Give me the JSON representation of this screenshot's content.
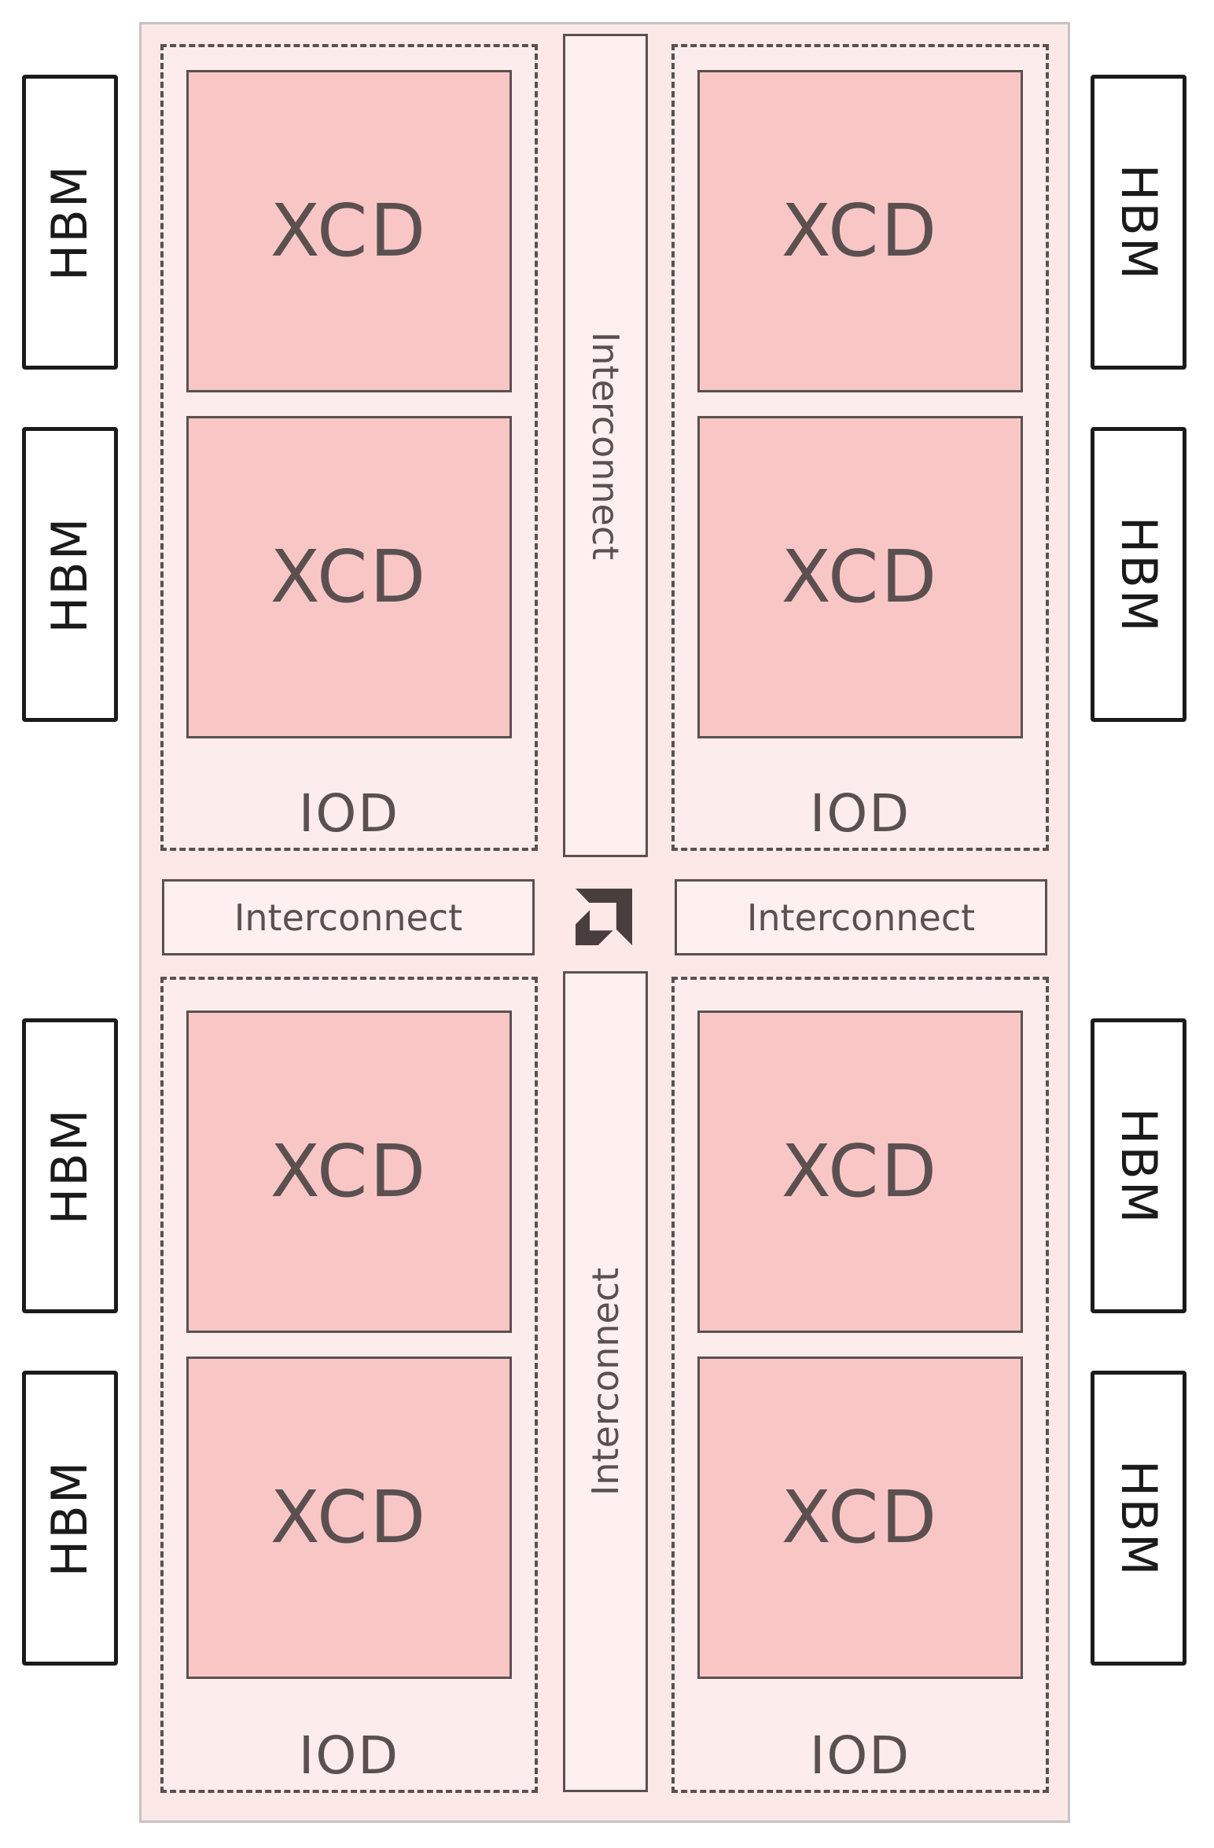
{
  "package": {
    "quadrants": [
      {
        "position": "top-left",
        "xcds": [
          "XCD",
          "XCD"
        ],
        "iod_label": "IOD"
      },
      {
        "position": "top-right",
        "xcds": [
          "XCD",
          "XCD"
        ],
        "iod_label": "IOD"
      },
      {
        "position": "bottom-left",
        "xcds": [
          "XCD",
          "XCD"
        ],
        "iod_label": "IOD"
      },
      {
        "position": "bottom-right",
        "xcds": [
          "XCD",
          "XCD"
        ],
        "iod_label": "IOD"
      }
    ],
    "interconnects": {
      "vertical_top": "Interconnect",
      "vertical_bottom": "Interconnect",
      "horizontal_left": "Interconnect",
      "horizontal_right": "Interconnect"
    },
    "logo_icon": "amd-arrow-icon"
  },
  "hbm": {
    "left": [
      "HBM",
      "HBM",
      "HBM",
      "HBM"
    ],
    "right": [
      "HBM",
      "HBM",
      "HBM",
      "HBM"
    ]
  },
  "colors": {
    "xcd_fill": "#f9c6c6",
    "quadrant_fill": "#fcedec",
    "package_fill": "#fbe8e7",
    "package_border": "#c9c2c2",
    "bar_fill": "#fdf0ef",
    "line_and_text": "#5b5050",
    "hbm_border": "#1b1b1b",
    "amd_logo": "#4a3d3d"
  }
}
